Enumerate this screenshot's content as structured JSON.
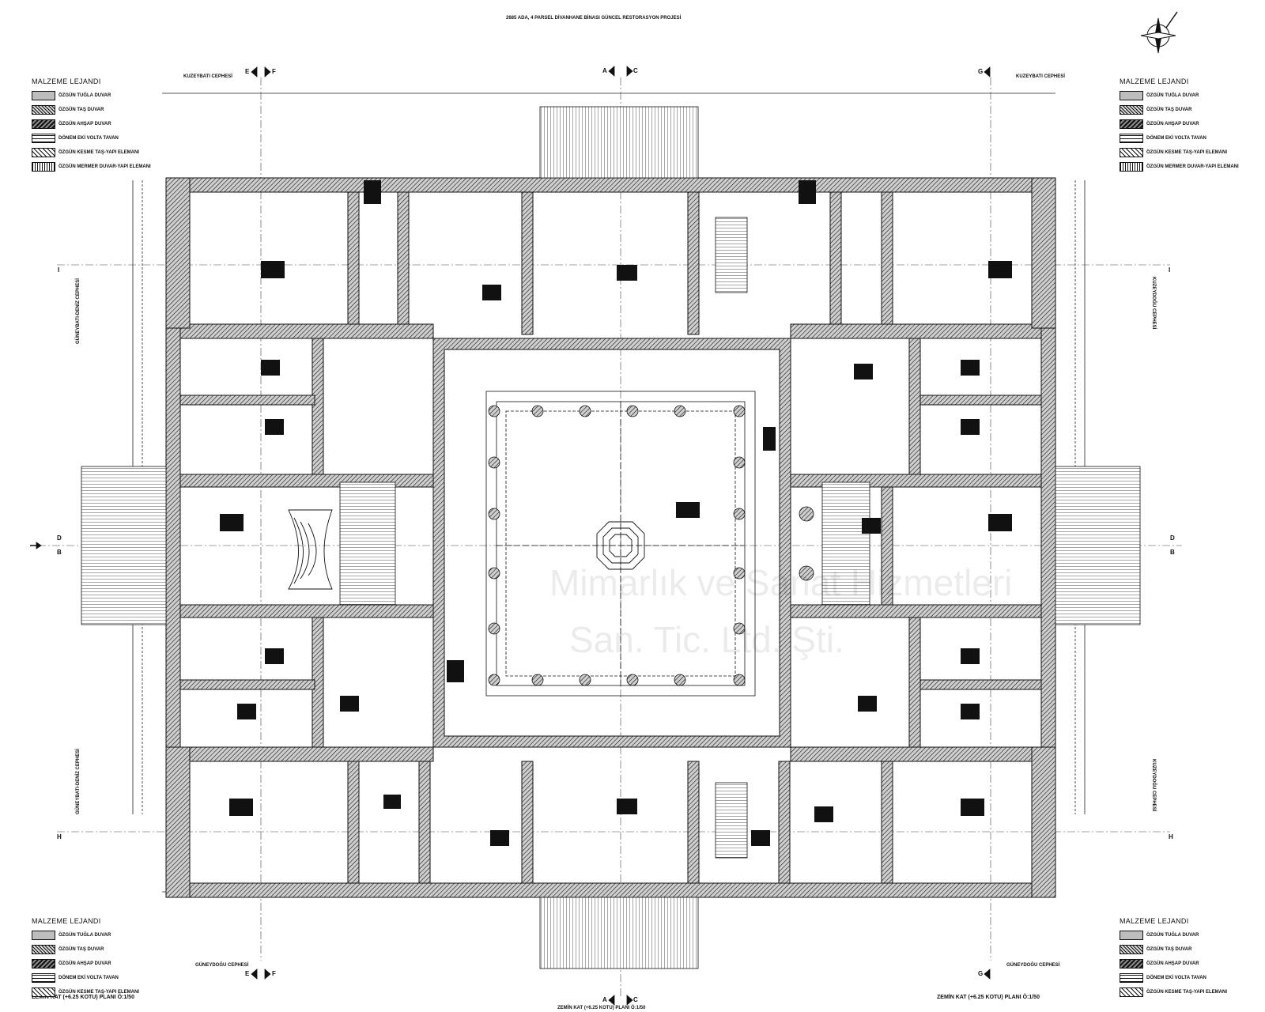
{
  "title": "2685 ADA, 4 PARSEL DİVANHANE BİNASI GÜNCEL RESTORASYON PROJESİ",
  "legend": {
    "title": "MALZEME LEJANDI",
    "items": [
      {
        "label": "ÖZGÜN TUĞLA DUVAR"
      },
      {
        "label": "ÖZGÜN TAŞ DUVAR"
      },
      {
        "label": "ÖZGÜN AHŞAP DUVAR"
      },
      {
        "label": "DÖNEM EKİ VOLTA TAVAN"
      },
      {
        "label": "ÖZGÜN KESME TAŞ-YAPI ELEMANI"
      },
      {
        "label": "ÖZGÜN MERMER DUVAR-YAPI ELEMANI"
      }
    ]
  },
  "facades": {
    "northwest": "KUZEYBATI CEPHESİ",
    "northeast": "KUZEYDOĞU CEPHESİ",
    "southwest": "GÜNEYBATI-DENİZ CEPHESİ",
    "southeast": "GÜNEYDOĞU CEPHESİ"
  },
  "sections": {
    "A": "A",
    "C": "C",
    "E": "E",
    "F": "F",
    "G": "G",
    "I": "I",
    "H": "H",
    "D": "D",
    "B": "B"
  },
  "plan_label": "ZEMİN KAT (+6.25 KOTU) PLANI Ö:1/50",
  "watermark": {
    "line1": "Mimarlık ve Sanat Hizmetleri",
    "line2": "San. Tic. Ltd. Şti."
  }
}
